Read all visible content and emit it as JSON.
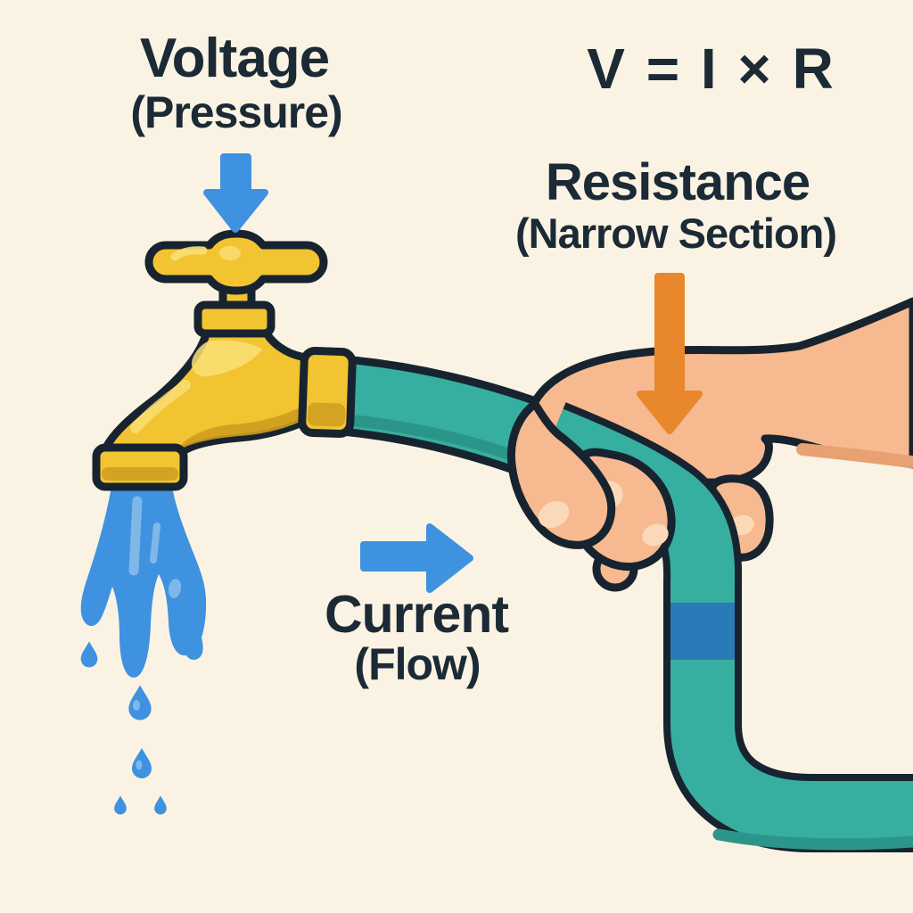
{
  "formula": "V = I × R",
  "labels": {
    "voltage": {
      "title": "Voltage",
      "subtitle": "(Pressure)"
    },
    "resistance": {
      "title": "Resistance",
      "subtitle": "(Narrow Section)"
    },
    "current": {
      "title": "Current",
      "subtitle": "(Flow)"
    }
  },
  "icons": {
    "voltage_arrow": "down-arrow",
    "resistance_arrow": "down-arrow",
    "current_arrow": "right-arrow"
  },
  "colors": {
    "background": "#FAF3E3",
    "text": "#1B2A35",
    "outline": "#17242F",
    "arrow_blue": "#3E92E0",
    "arrow_orange": "#E8872B",
    "water_blue": "#3E92E0",
    "water_highlight": "#7FB8E8",
    "brass": "#F2C431",
    "brass_shade": "#CE9D1F",
    "brass_highlight": "#FAE077",
    "hose": "#36AFA1",
    "hose_shade": "#2C9589",
    "hose_band": "#2B7AB8",
    "skin": "#F7B98F",
    "skin_shade": "#E8A173",
    "skin_highlight": "#FBD9B8"
  }
}
